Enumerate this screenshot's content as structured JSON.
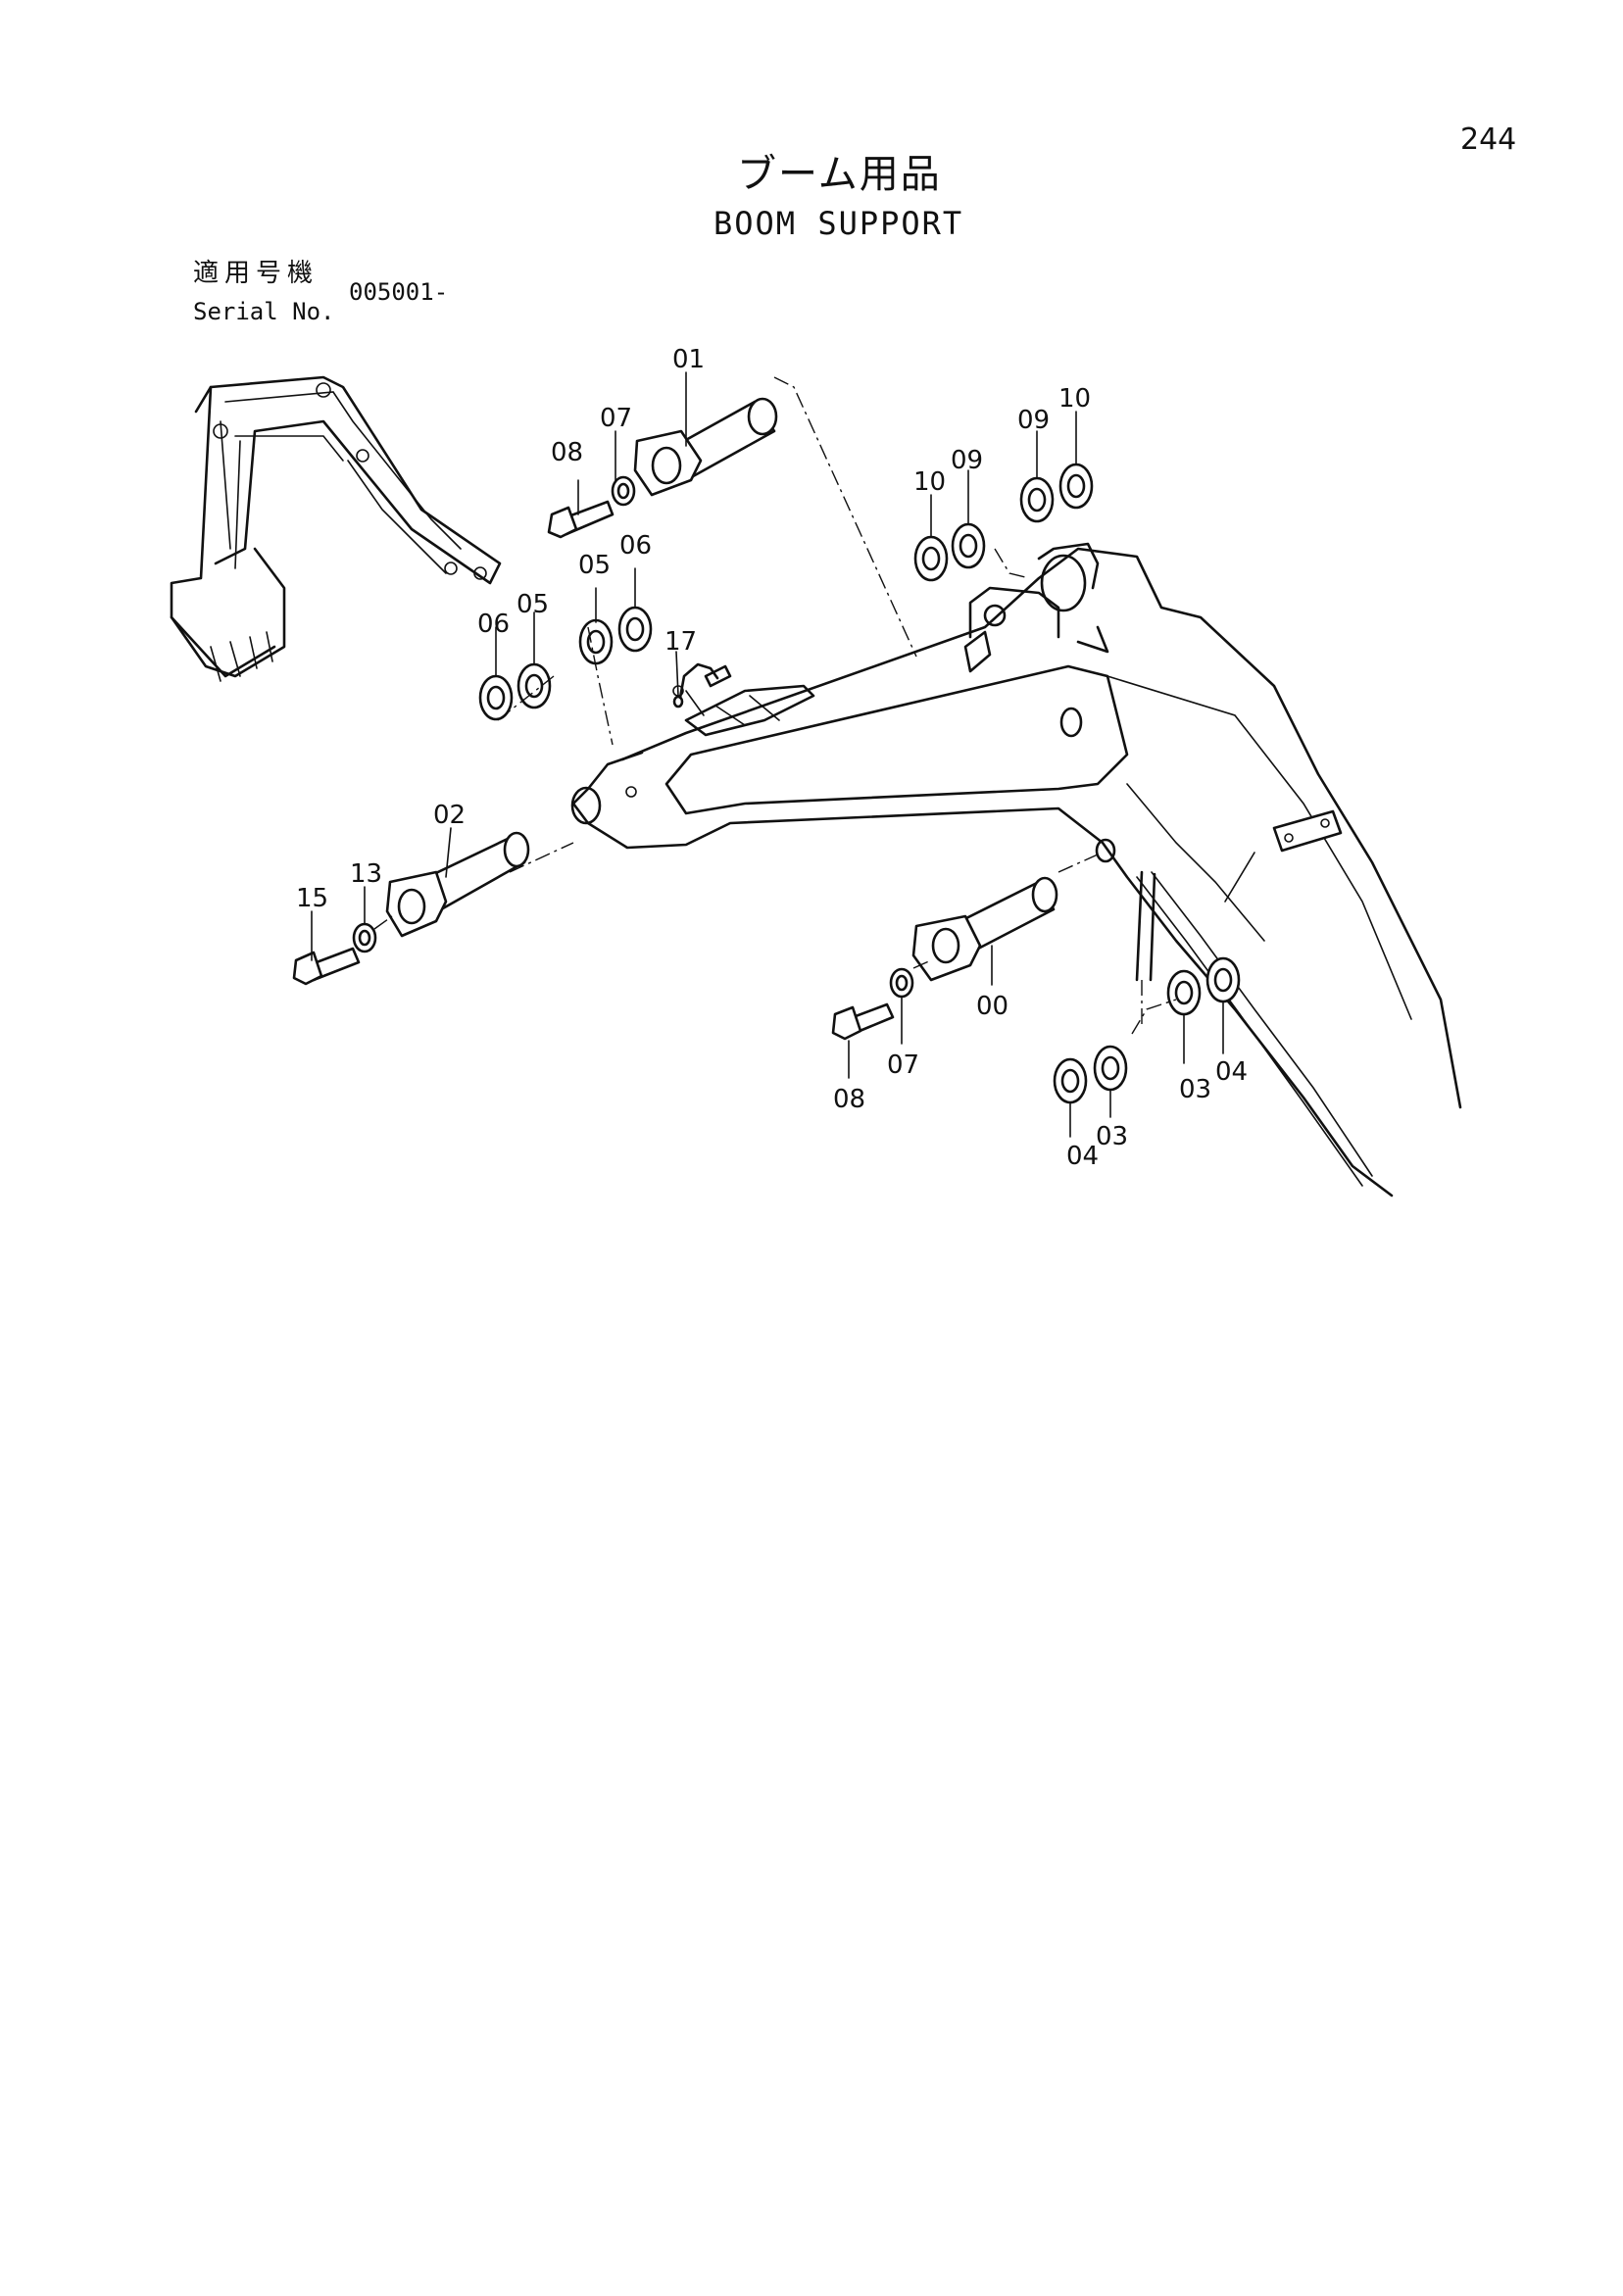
{
  "page_number": "244",
  "title_ja": "ブーム用品",
  "title_en": "BOOM SUPPORT",
  "serial": {
    "label_ja": "適用号機",
    "label_en": "Serial No.",
    "value": "005001-"
  },
  "callouts": {
    "c01": "01",
    "c08a": "08",
    "c07a": "07",
    "c05a": "05",
    "c06a": "06",
    "c06b": "06",
    "c05b": "05",
    "c17": "17",
    "c10a": "10",
    "c09a": "09",
    "c09b": "09",
    "c10b": "10",
    "c02": "02",
    "c13": "13",
    "c15": "15",
    "c00": "00",
    "c07b": "07",
    "c08b": "08",
    "c03a": "03",
    "c04a": "04",
    "c04b": "04",
    "c03b": "03"
  }
}
